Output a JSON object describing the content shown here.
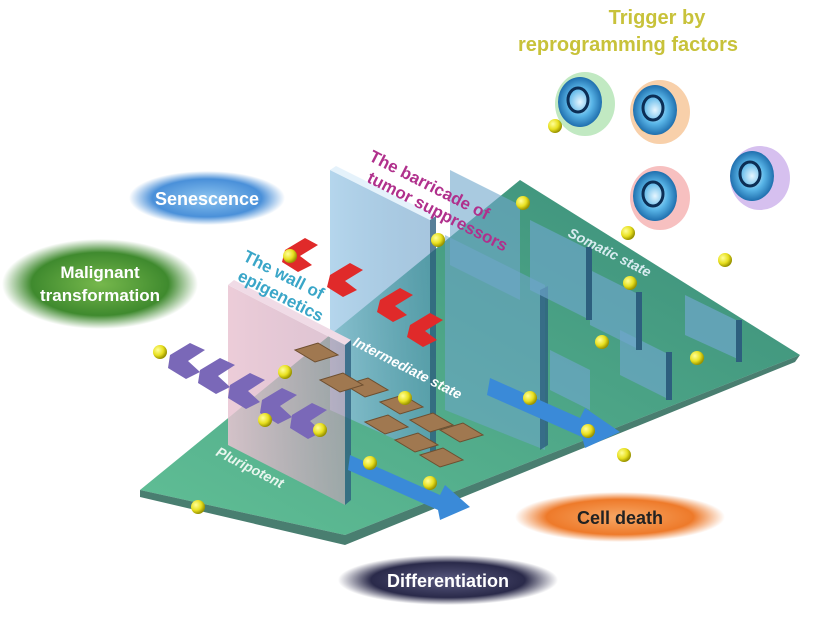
{
  "trigger": {
    "line1": "Trigger by",
    "line2": "reprogramming factors",
    "color": "#c8c23a"
  },
  "barricade": {
    "line1": "The barricade of",
    "line2": "tumor suppressors",
    "color": "#b0308c"
  },
  "wall": {
    "line1": "The wall of",
    "line2": "epigenetics",
    "color": "#3aa6c8"
  },
  "states": {
    "somatic": "Somatic state",
    "intermediate": "Intermediate state",
    "pluripotent": "Pluripotent"
  },
  "outcomes": {
    "senescence": {
      "label": "Senescence",
      "color": "#4a90d9"
    },
    "malignant": {
      "line1": "Malignant",
      "line2": "transformation",
      "color": "#3f8a2e"
    },
    "cell_death": {
      "label": "Cell death",
      "color": "#ee7a2a"
    },
    "differentiation": {
      "label": "Differentiation",
      "color": "#2a2a4a"
    }
  },
  "palette": {
    "triangle": "#2f9a78",
    "wall": "#7fb6d6",
    "cell": "#e8e020",
    "block": "#a07850",
    "arrow": "#3a8ad8"
  },
  "factor_rings": [
    "#4cc050",
    "#ee8a2a",
    "#e84a4a",
    "#8a4ad0"
  ]
}
